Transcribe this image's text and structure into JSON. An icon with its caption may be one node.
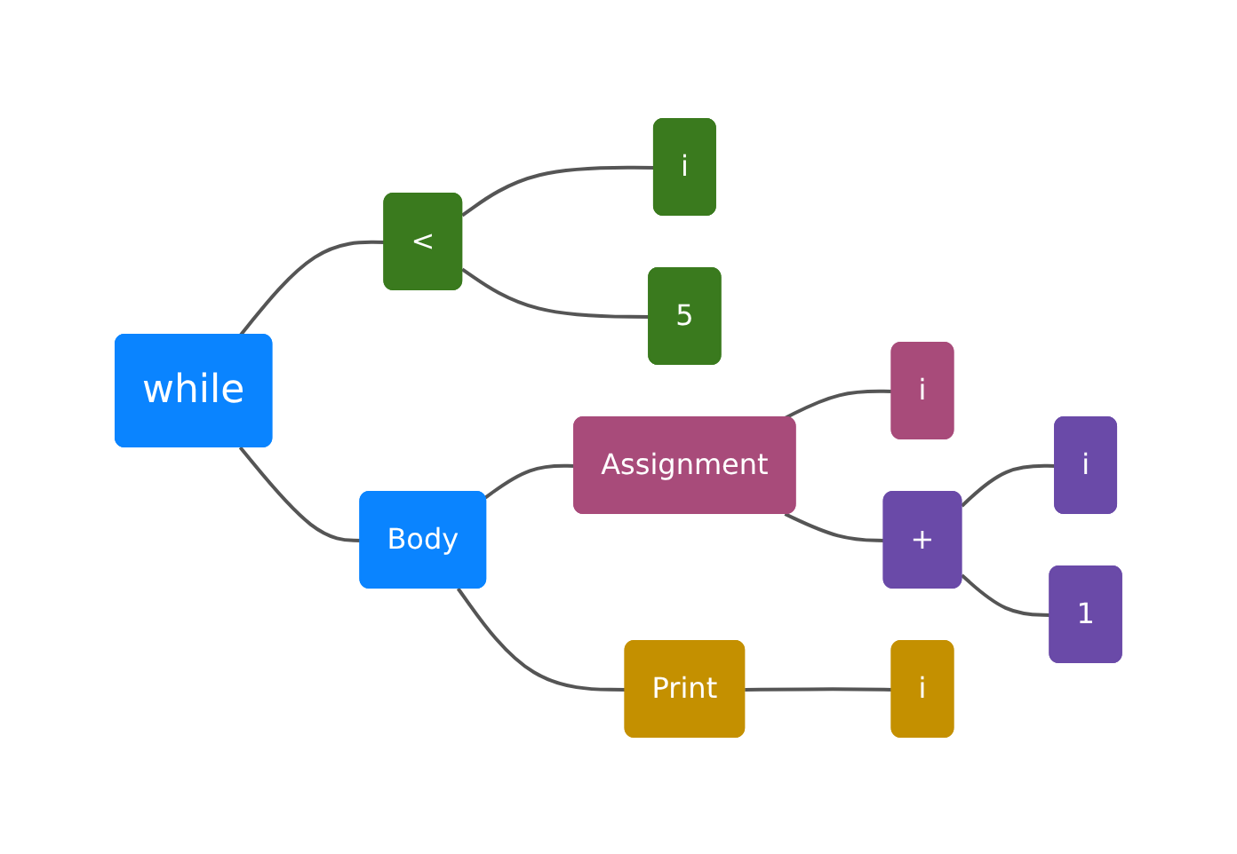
{
  "diagram": {
    "nodes": [
      {
        "text": [
          "while"
        ]
      },
      {
        "text": [
          "<"
        ]
      },
      {
        "text": [
          "i"
        ]
      },
      {
        "text": [
          "5"
        ]
      },
      {
        "text": [
          "Body"
        ]
      },
      {
        "text": [
          "Assignment"
        ]
      },
      {
        "text": [
          "i"
        ]
      },
      {
        "text": [
          "+"
        ]
      },
      {
        "text": [
          "i"
        ]
      },
      {
        "text": [
          "1"
        ]
      },
      {
        "text": [
          "Print"
        ]
      },
      {
        "text": [
          "i"
        ]
      }
    ],
    "edges": [
      {
        "from": 0,
        "to": 1,
        "arrow": "none"
      },
      {
        "from": 1,
        "to": 2,
        "arrow": "none"
      },
      {
        "from": 1,
        "to": 3,
        "arrow": "none"
      },
      {
        "from": 0,
        "to": 4,
        "arrow": "none"
      },
      {
        "from": 4,
        "to": 5,
        "arrow": "none"
      },
      {
        "from": 5,
        "to": 6,
        "arrow": "none"
      },
      {
        "from": 5,
        "to": 7,
        "arrow": "none"
      },
      {
        "from": 7,
        "to": 8,
        "arrow": "none"
      },
      {
        "from": 7,
        "to": 9,
        "arrow": "none"
      },
      {
        "from": 4,
        "to": 10,
        "arrow": "none"
      },
      {
        "from": 10,
        "to": 11,
        "arrow": "none"
      }
    ]
  }
}
